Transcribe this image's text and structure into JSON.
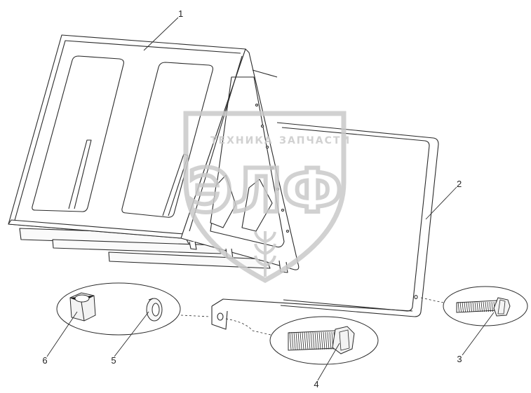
{
  "diagram": {
    "callouts": [
      {
        "id": "1",
        "label": "1"
      },
      {
        "id": "2",
        "label": "2"
      },
      {
        "id": "3",
        "label": "3"
      },
      {
        "id": "4",
        "label": "4"
      },
      {
        "id": "5",
        "label": "5"
      },
      {
        "id": "6",
        "label": "6"
      }
    ]
  },
  "watermark": {
    "top_text_left": "ТЕХНИКА",
    "top_text_right": "ЗАПЧАСТИ",
    "big_text": "ЭЛФ"
  },
  "colors": {
    "line": "#2b2b2b",
    "watermark": "#c9c9c9"
  }
}
